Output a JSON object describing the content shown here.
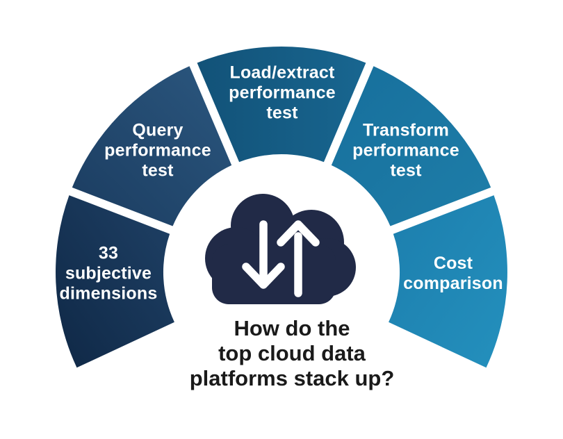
{
  "title": {
    "text": "How do the\ntop cloud data\nplatforms stack up?"
  },
  "segments": [
    {
      "id": "subjective-dimensions",
      "label": "33\nsubjective\ndimensions",
      "color_start": "#0F2846",
      "color_end": "#1F4166"
    },
    {
      "id": "query-performance-test",
      "label": "Query\nperformance\ntest",
      "color_start": "#1B3C60",
      "color_end": "#2B577F"
    },
    {
      "id": "load-extract-performance-test",
      "label": "Load/extract\nperformance\ntest",
      "color_start": "#125278",
      "color_end": "#186690"
    },
    {
      "id": "transform-performance-test",
      "label": "Transform\nperformance\ntest",
      "color_start": "#176F9C",
      "color_end": "#1E7EA9"
    },
    {
      "id": "cost-comparison",
      "label": "Cost\ncomparison",
      "color_start": "#1C7EAD",
      "color_end": "#2490BD"
    }
  ],
  "center_icon": {
    "name": "cloud-data-transfer-icon",
    "cloud_color": "#212A47",
    "arrow_color": "#FFFFFF",
    "arrows": "down-up"
  },
  "colors": {
    "background": "#FFFFFF",
    "label_text": "#FFFFFF",
    "title_text": "#1A1A1A"
  }
}
